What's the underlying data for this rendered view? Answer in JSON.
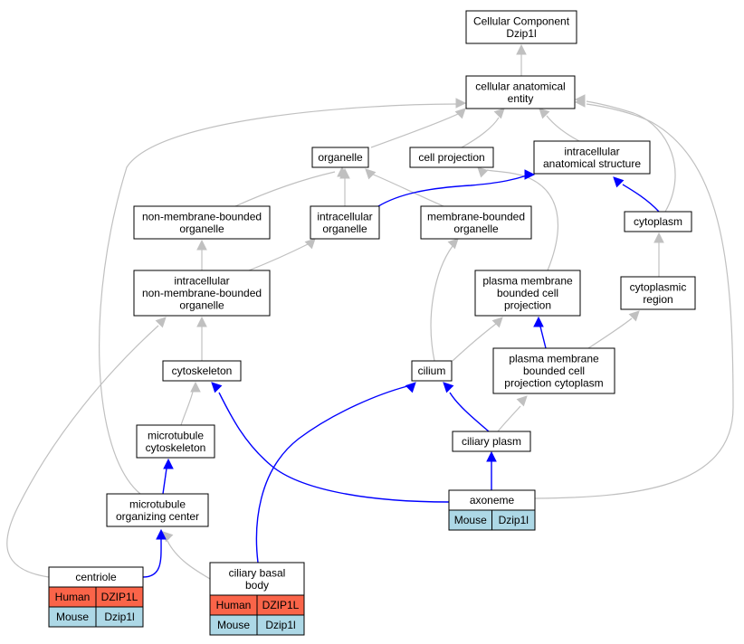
{
  "nodes": {
    "root": [
      "Cellular Component",
      "Dzip1l"
    ],
    "cellular_anatomical_entity": [
      "cellular anatomical",
      "entity"
    ],
    "organelle": [
      "organelle"
    ],
    "cell_projection": [
      "cell projection"
    ],
    "intracellular_anatomical_structure": [
      "intracellular",
      "anatomical structure"
    ],
    "non_membrane_bounded_organelle": [
      "non-membrane-bounded",
      "organelle"
    ],
    "intracellular_organelle": [
      "intracellular",
      "organelle"
    ],
    "membrane_bounded_organelle": [
      "membrane-bounded",
      "organelle"
    ],
    "cytoplasm": [
      "cytoplasm"
    ],
    "intracellular_non_membrane_bounded_organelle": [
      "intracellular",
      "non-membrane-bounded",
      "organelle"
    ],
    "plasma_membrane_bounded_cell_projection": [
      "plasma membrane",
      "bounded cell",
      "projection"
    ],
    "cytoplasmic_region": [
      "cytoplasmic",
      "region"
    ],
    "cytoskeleton": [
      "cytoskeleton"
    ],
    "cilium": [
      "cilium"
    ],
    "plasma_membrane_bounded_cell_projection_cytoplasm": [
      "plasma membrane",
      "bounded cell",
      "projection cytoplasm"
    ],
    "microtubule_cytoskeleton": [
      "microtubule",
      "cytoskeleton"
    ],
    "ciliary_plasm": [
      "ciliary plasm"
    ],
    "microtubule_organizing_center": [
      "microtubule",
      "organizing center"
    ],
    "axoneme": [
      "axoneme"
    ],
    "centriole": [
      "centriole"
    ],
    "ciliary_basal_body": [
      "ciliary basal",
      "body"
    ]
  },
  "annotations": {
    "axoneme": [
      [
        "Mouse",
        "Dzip1l"
      ]
    ],
    "centriole": [
      [
        "Human",
        "DZIP1L"
      ],
      [
        "Mouse",
        "Dzip1l"
      ]
    ],
    "ciliary_basal_body": [
      [
        "Human",
        "DZIP1L"
      ],
      [
        "Mouse",
        "Dzip1l"
      ]
    ]
  },
  "colors": {
    "human": "#fa6449",
    "mouse": "#add8e6",
    "is_a_edge": "#c0c0c0",
    "part_of_edge": "#0000ff"
  }
}
